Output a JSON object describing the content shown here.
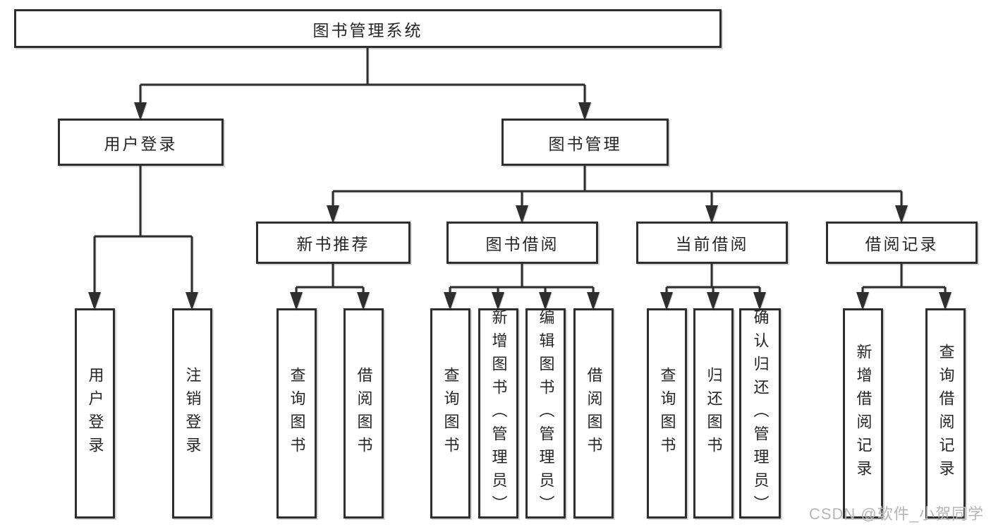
{
  "diagram": {
    "tree": {
      "root": {
        "label": "图书管理系统"
      },
      "children": [
        {
          "label": "用户登录",
          "children": [
            {
              "label": "用户登录"
            },
            {
              "label": "注销登录"
            }
          ]
        },
        {
          "label": "图书管理",
          "children": [
            {
              "label": "新书推荐",
              "children": [
                {
                  "label": "查询图书"
                },
                {
                  "label": "借阅图书"
                }
              ]
            },
            {
              "label": "图书借阅",
              "children": [
                {
                  "label": "查询图书"
                },
                {
                  "label": "新增图书（管理员）"
                },
                {
                  "label": "编辑图书（管理员）"
                },
                {
                  "label": "借阅图书"
                }
              ]
            },
            {
              "label": "当前借阅",
              "children": [
                {
                  "label": "查询图书"
                },
                {
                  "label": "归还图书"
                },
                {
                  "label": "确认归还（管理员）"
                }
              ]
            },
            {
              "label": "借阅记录",
              "children": [
                {
                  "label": "新增借阅记录"
                },
                {
                  "label": "查询借阅记录"
                }
              ]
            }
          ]
        }
      ]
    },
    "colors": {
      "line": "#2e2e2e",
      "box_border": "#2e2e2e",
      "box_fill": "#ffffff",
      "text": "#262626",
      "background": "#ffffff",
      "watermark": "#b6b6b6"
    }
  },
  "watermark": {
    "text": "CSDN @软件_小贺同学"
  }
}
